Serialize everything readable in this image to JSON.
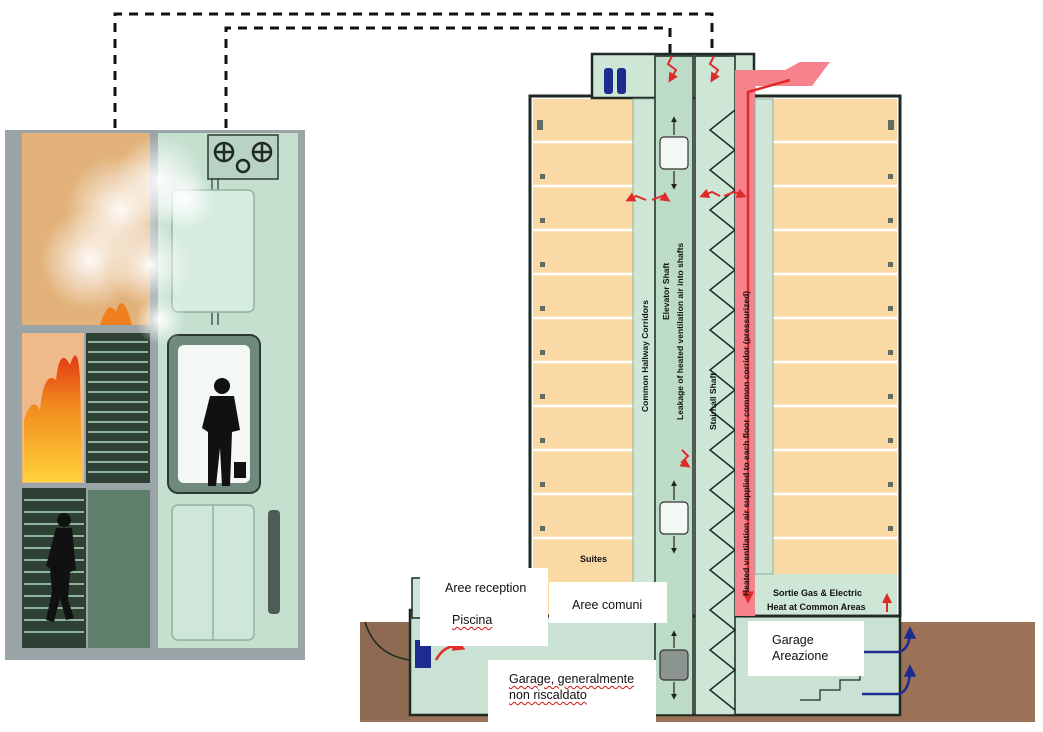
{
  "building": {
    "common_hallway_label": "Common Hallway Corridors",
    "elevator_shaft_label": "Elevator Shaft",
    "leakage_label": "Leakage of heated ventilation air  into shafts",
    "stairhall_label": "Stairhall Shaft",
    "pressurized_label": "Heated ventilation air supplied to each floor common corridor (pressurized)",
    "suites_label": "Suites",
    "sortie_line1": "Sortie Gas & Electric",
    "sortie_line2": "Heat at Common Areas"
  },
  "overlay_labels": {
    "reception": "Aree reception",
    "common": "Aree comuni",
    "pool": "Piscina",
    "garage_line1": "Garage, generalmente",
    "garage_line2": "non riscaldato",
    "garage_vent_line1": "Garage",
    "garage_vent_line2": "Areazione"
  },
  "colors": {
    "suite_fill": "#fbd9a4",
    "shaft_green": "#cde6d6",
    "pressurized_red": "#f6828e",
    "air_arrow_red": "#e02a2a",
    "fresh_air_blue": "#1c2d8f",
    "ground_brown": "#9b7257"
  }
}
